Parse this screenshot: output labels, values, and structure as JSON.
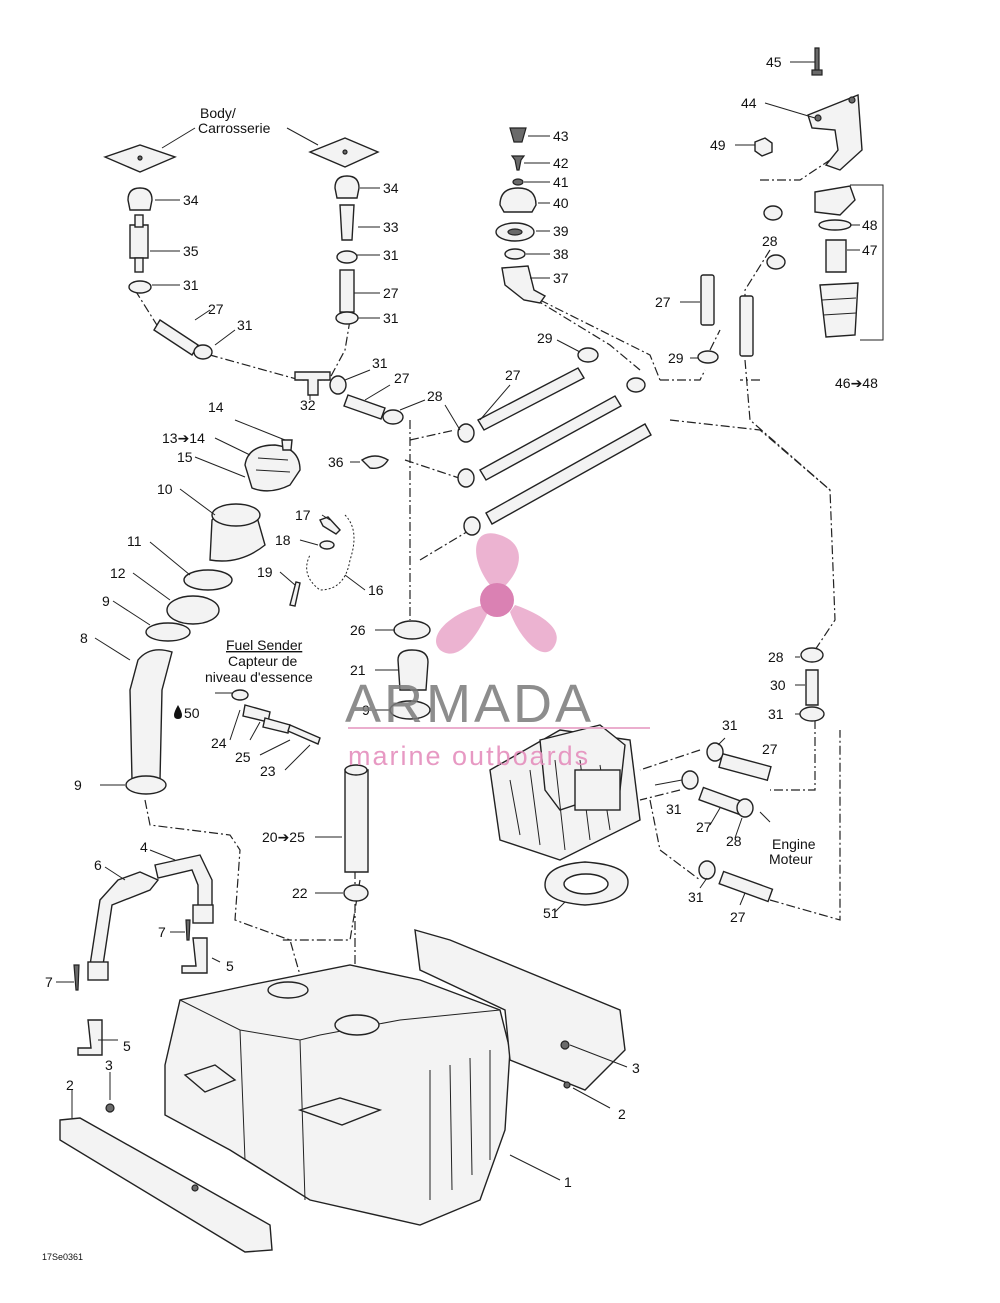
{
  "diagram": {
    "captions": {
      "body_en": "Body/",
      "body_fr": "Carrosserie",
      "fuel_sender_en": "Fuel Sender",
      "fuel_sender_fr1": "Capteur de",
      "fuel_sender_fr2": "niveau d'essence",
      "engine_en": "Engine",
      "engine_fr": "Moteur",
      "drawing_code": "17Se0361"
    },
    "watermark": {
      "brand": "ARMADA",
      "tagline": "marine outboards",
      "colors": {
        "brand": "#7a7a7a",
        "logo": "#e9a6c9",
        "logo_center": "#d46ca6"
      }
    },
    "labels": [
      {
        "id": "lbl-45",
        "text": "45"
      },
      {
        "id": "lbl-44",
        "text": "44"
      },
      {
        "id": "lbl-49",
        "text": "49"
      },
      {
        "id": "lbl-43",
        "text": "43"
      },
      {
        "id": "lbl-42",
        "text": "42"
      },
      {
        "id": "lbl-41",
        "text": "41"
      },
      {
        "id": "lbl-40",
        "text": "40"
      },
      {
        "id": "lbl-39",
        "text": "39"
      },
      {
        "id": "lbl-38",
        "text": "38"
      },
      {
        "id": "lbl-37",
        "text": "37"
      },
      {
        "id": "lbl-48",
        "text": "48"
      },
      {
        "id": "lbl-47",
        "text": "47"
      },
      {
        "id": "lbl-28a",
        "text": "28"
      },
      {
        "id": "lbl-27a",
        "text": "27"
      },
      {
        "id": "lbl-29a",
        "text": "29"
      },
      {
        "id": "lbl-29b",
        "text": "29"
      },
      {
        "id": "lbl-46-48",
        "text": "46➔48"
      },
      {
        "id": "lbl-34a",
        "text": "34"
      },
      {
        "id": "lbl-35",
        "text": "35"
      },
      {
        "id": "lbl-31a",
        "text": "31"
      },
      {
        "id": "lbl-27b",
        "text": "27"
      },
      {
        "id": "lbl-31b",
        "text": "31"
      },
      {
        "id": "lbl-34b",
        "text": "34"
      },
      {
        "id": "lbl-33",
        "text": "33"
      },
      {
        "id": "lbl-31c",
        "text": "31"
      },
      {
        "id": "lbl-27c",
        "text": "27"
      },
      {
        "id": "lbl-31d",
        "text": "31"
      },
      {
        "id": "lbl-31e",
        "text": "31"
      },
      {
        "id": "lbl-27d",
        "text": "27"
      },
      {
        "id": "lbl-32",
        "text": "32"
      },
      {
        "id": "lbl-28b",
        "text": "28"
      },
      {
        "id": "lbl-27e",
        "text": "27"
      },
      {
        "id": "lbl-14",
        "text": "14"
      },
      {
        "id": "lbl-13-14",
        "text": "13➔14"
      },
      {
        "id": "lbl-15",
        "text": "15"
      },
      {
        "id": "lbl-36",
        "text": "36"
      },
      {
        "id": "lbl-10",
        "text": "10"
      },
      {
        "id": "lbl-17",
        "text": "17"
      },
      {
        "id": "lbl-18",
        "text": "18"
      },
      {
        "id": "lbl-11",
        "text": "11"
      },
      {
        "id": "lbl-19",
        "text": "19"
      },
      {
        "id": "lbl-16",
        "text": "16"
      },
      {
        "id": "lbl-12",
        "text": "12"
      },
      {
        "id": "lbl-9a",
        "text": "9"
      },
      {
        "id": "lbl-8",
        "text": "8"
      },
      {
        "id": "lbl-26",
        "text": "26"
      },
      {
        "id": "lbl-21",
        "text": "21"
      },
      {
        "id": "lbl-9b",
        "text": "9"
      },
      {
        "id": "lbl-50",
        "text": "50"
      },
      {
        "id": "lbl-24",
        "text": "24"
      },
      {
        "id": "lbl-25",
        "text": "25"
      },
      {
        "id": "lbl-23",
        "text": "23"
      },
      {
        "id": "lbl-28c",
        "text": "28"
      },
      {
        "id": "lbl-30",
        "text": "30"
      },
      {
        "id": "lbl-31f",
        "text": "31"
      },
      {
        "id": "lbl-31g",
        "text": "31"
      },
      {
        "id": "lbl-27f",
        "text": "27"
      },
      {
        "id": "lbl-31h",
        "text": "31"
      },
      {
        "id": "lbl-27g",
        "text": "27"
      },
      {
        "id": "lbl-28d",
        "text": "28"
      },
      {
        "id": "lbl-9c",
        "text": "9"
      },
      {
        "id": "lbl-20-25",
        "text": "20➔25"
      },
      {
        "id": "lbl-22",
        "text": "22"
      },
      {
        "id": "lbl-51",
        "text": "51"
      },
      {
        "id": "lbl-31i",
        "text": "31"
      },
      {
        "id": "lbl-27h",
        "text": "27"
      },
      {
        "id": "lbl-4",
        "text": "4"
      },
      {
        "id": "lbl-6",
        "text": "6"
      },
      {
        "id": "lbl-7a",
        "text": "7"
      },
      {
        "id": "lbl-5a",
        "text": "5"
      },
      {
        "id": "lbl-7b",
        "text": "7"
      },
      {
        "id": "lbl-5b",
        "text": "5"
      },
      {
        "id": "lbl-3a",
        "text": "3"
      },
      {
        "id": "lbl-2a",
        "text": "2"
      },
      {
        "id": "lbl-3b",
        "text": "3"
      },
      {
        "id": "lbl-2b",
        "text": "2"
      },
      {
        "id": "lbl-1",
        "text": "1"
      }
    ]
  }
}
